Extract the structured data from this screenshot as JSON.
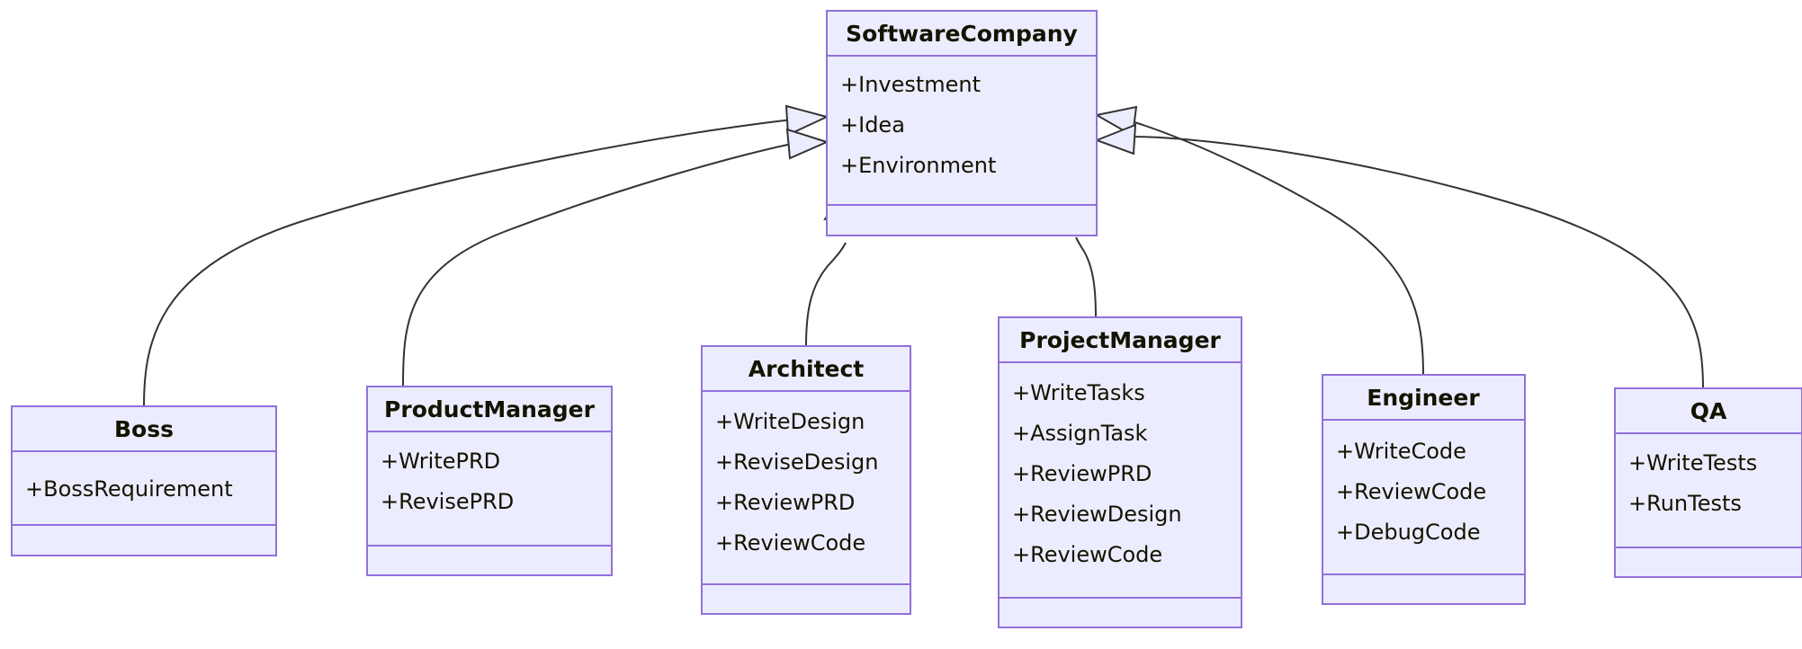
{
  "diagram": {
    "type": "uml-class-diagram",
    "title": "",
    "colors": {
      "node_fill": "#ECECFF",
      "node_border": "#9370DB",
      "edge_stroke": "#333333",
      "text": "#131300",
      "background": "#ffffff"
    },
    "relationship_type": "inheritance",
    "classes": [
      {
        "id": "softwarecompany",
        "name": "SoftwareCompany",
        "attributes": [
          "+Investment",
          "+Idea",
          "+Environment"
        ],
        "methods": []
      },
      {
        "id": "boss",
        "name": "Boss",
        "attributes": [
          "+BossRequirement"
        ],
        "methods": []
      },
      {
        "id": "productmanager",
        "name": "ProductManager",
        "attributes": [
          "+WritePRD",
          "+RevisePRD"
        ],
        "methods": []
      },
      {
        "id": "architect",
        "name": "Architect",
        "attributes": [
          "+WriteDesign",
          "+ReviseDesign",
          "+ReviewPRD",
          "+ReviewCode"
        ],
        "methods": []
      },
      {
        "id": "projectmanager",
        "name": "ProjectManager",
        "attributes": [
          "+WriteTasks",
          "+AssignTask",
          "+ReviewPRD",
          "+ReviewDesign",
          "+ReviewCode"
        ],
        "methods": []
      },
      {
        "id": "engineer",
        "name": "Engineer",
        "attributes": [
          "+WriteCode",
          "+ReviewCode",
          "+DebugCode"
        ],
        "methods": []
      },
      {
        "id": "qa",
        "name": "QA",
        "attributes": [
          "+WriteTests",
          "+RunTests"
        ],
        "methods": []
      }
    ],
    "relationships": [
      {
        "from": "boss",
        "to": "softwarecompany",
        "kind": "inheritance"
      },
      {
        "from": "productmanager",
        "to": "softwarecompany",
        "kind": "inheritance"
      },
      {
        "from": "architect",
        "to": "softwarecompany",
        "kind": "inheritance"
      },
      {
        "from": "projectmanager",
        "to": "softwarecompany",
        "kind": "inheritance"
      },
      {
        "from": "engineer",
        "to": "softwarecompany",
        "kind": "inheritance"
      },
      {
        "from": "qa",
        "to": "softwarecompany",
        "kind": "inheritance"
      }
    ]
  }
}
